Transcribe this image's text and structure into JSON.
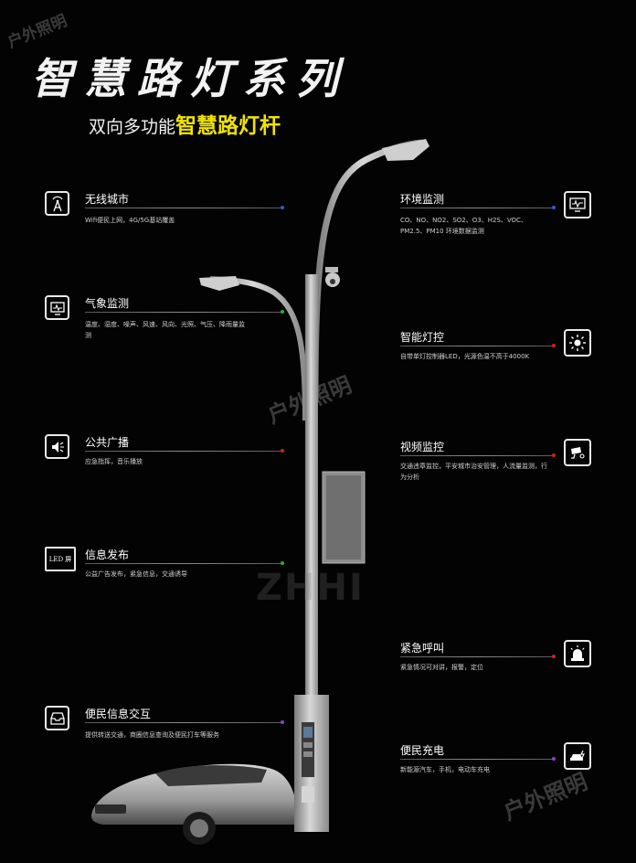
{
  "watermark_text": "户外照明",
  "main_title": "智慧路灯系列",
  "subtitle": {
    "prefix": "双向多功能",
    "highlight": "智慧路灯杆"
  },
  "colors": {
    "background": "#030303",
    "highlight": "#f0e300",
    "dot_blue": "#2f5bd8",
    "dot_red": "#d02020",
    "dot_green": "#2faa3f",
    "dot_purple": "#8a3fd0"
  },
  "features_left": [
    {
      "title": "无线城市",
      "desc": "Wifi便民上网，4G/5G基站覆盖",
      "icon": "wifi-tower-icon"
    },
    {
      "title": "气象监测",
      "desc": "温度、湿度、噪声、风速、风向、光照、气压、降雨量监测",
      "icon": "monitor-icon"
    },
    {
      "title": "公共广播",
      "desc": "应急指挥，音乐播放",
      "icon": "speaker-icon"
    },
    {
      "title": "信息发布",
      "desc": "公益广告发布，紧急信息，交通诱导",
      "icon": "led-screen-icon",
      "icon_text": "LED 屏"
    },
    {
      "title": "便民信息交互",
      "desc": "提供转送交通，商圈信息查询及便民打车等服务",
      "icon": "inbox-icon"
    }
  ],
  "features_right": [
    {
      "title": "环境监测",
      "desc": "CO、NO、NO2、SO2、O3、H2S、VOC、PM2.5、PM10 环境数据监测",
      "icon": "env-monitor-icon"
    },
    {
      "title": "智能灯控",
      "desc": "自带单灯控制器LED，光源色温不高于4000K",
      "icon": "sun-icon"
    },
    {
      "title": "视频监控",
      "desc": "交通违章监控，平安城市治安管理，人流量监测，行为分析",
      "icon": "camera-icon"
    },
    {
      "title": "紧急呼叫",
      "desc": "紧急情况可对讲，报警，定位",
      "icon": "alarm-light-icon"
    },
    {
      "title": "便民充电",
      "desc": "新能源汽车，手机，电动车充电",
      "icon": "charging-car-icon"
    }
  ]
}
